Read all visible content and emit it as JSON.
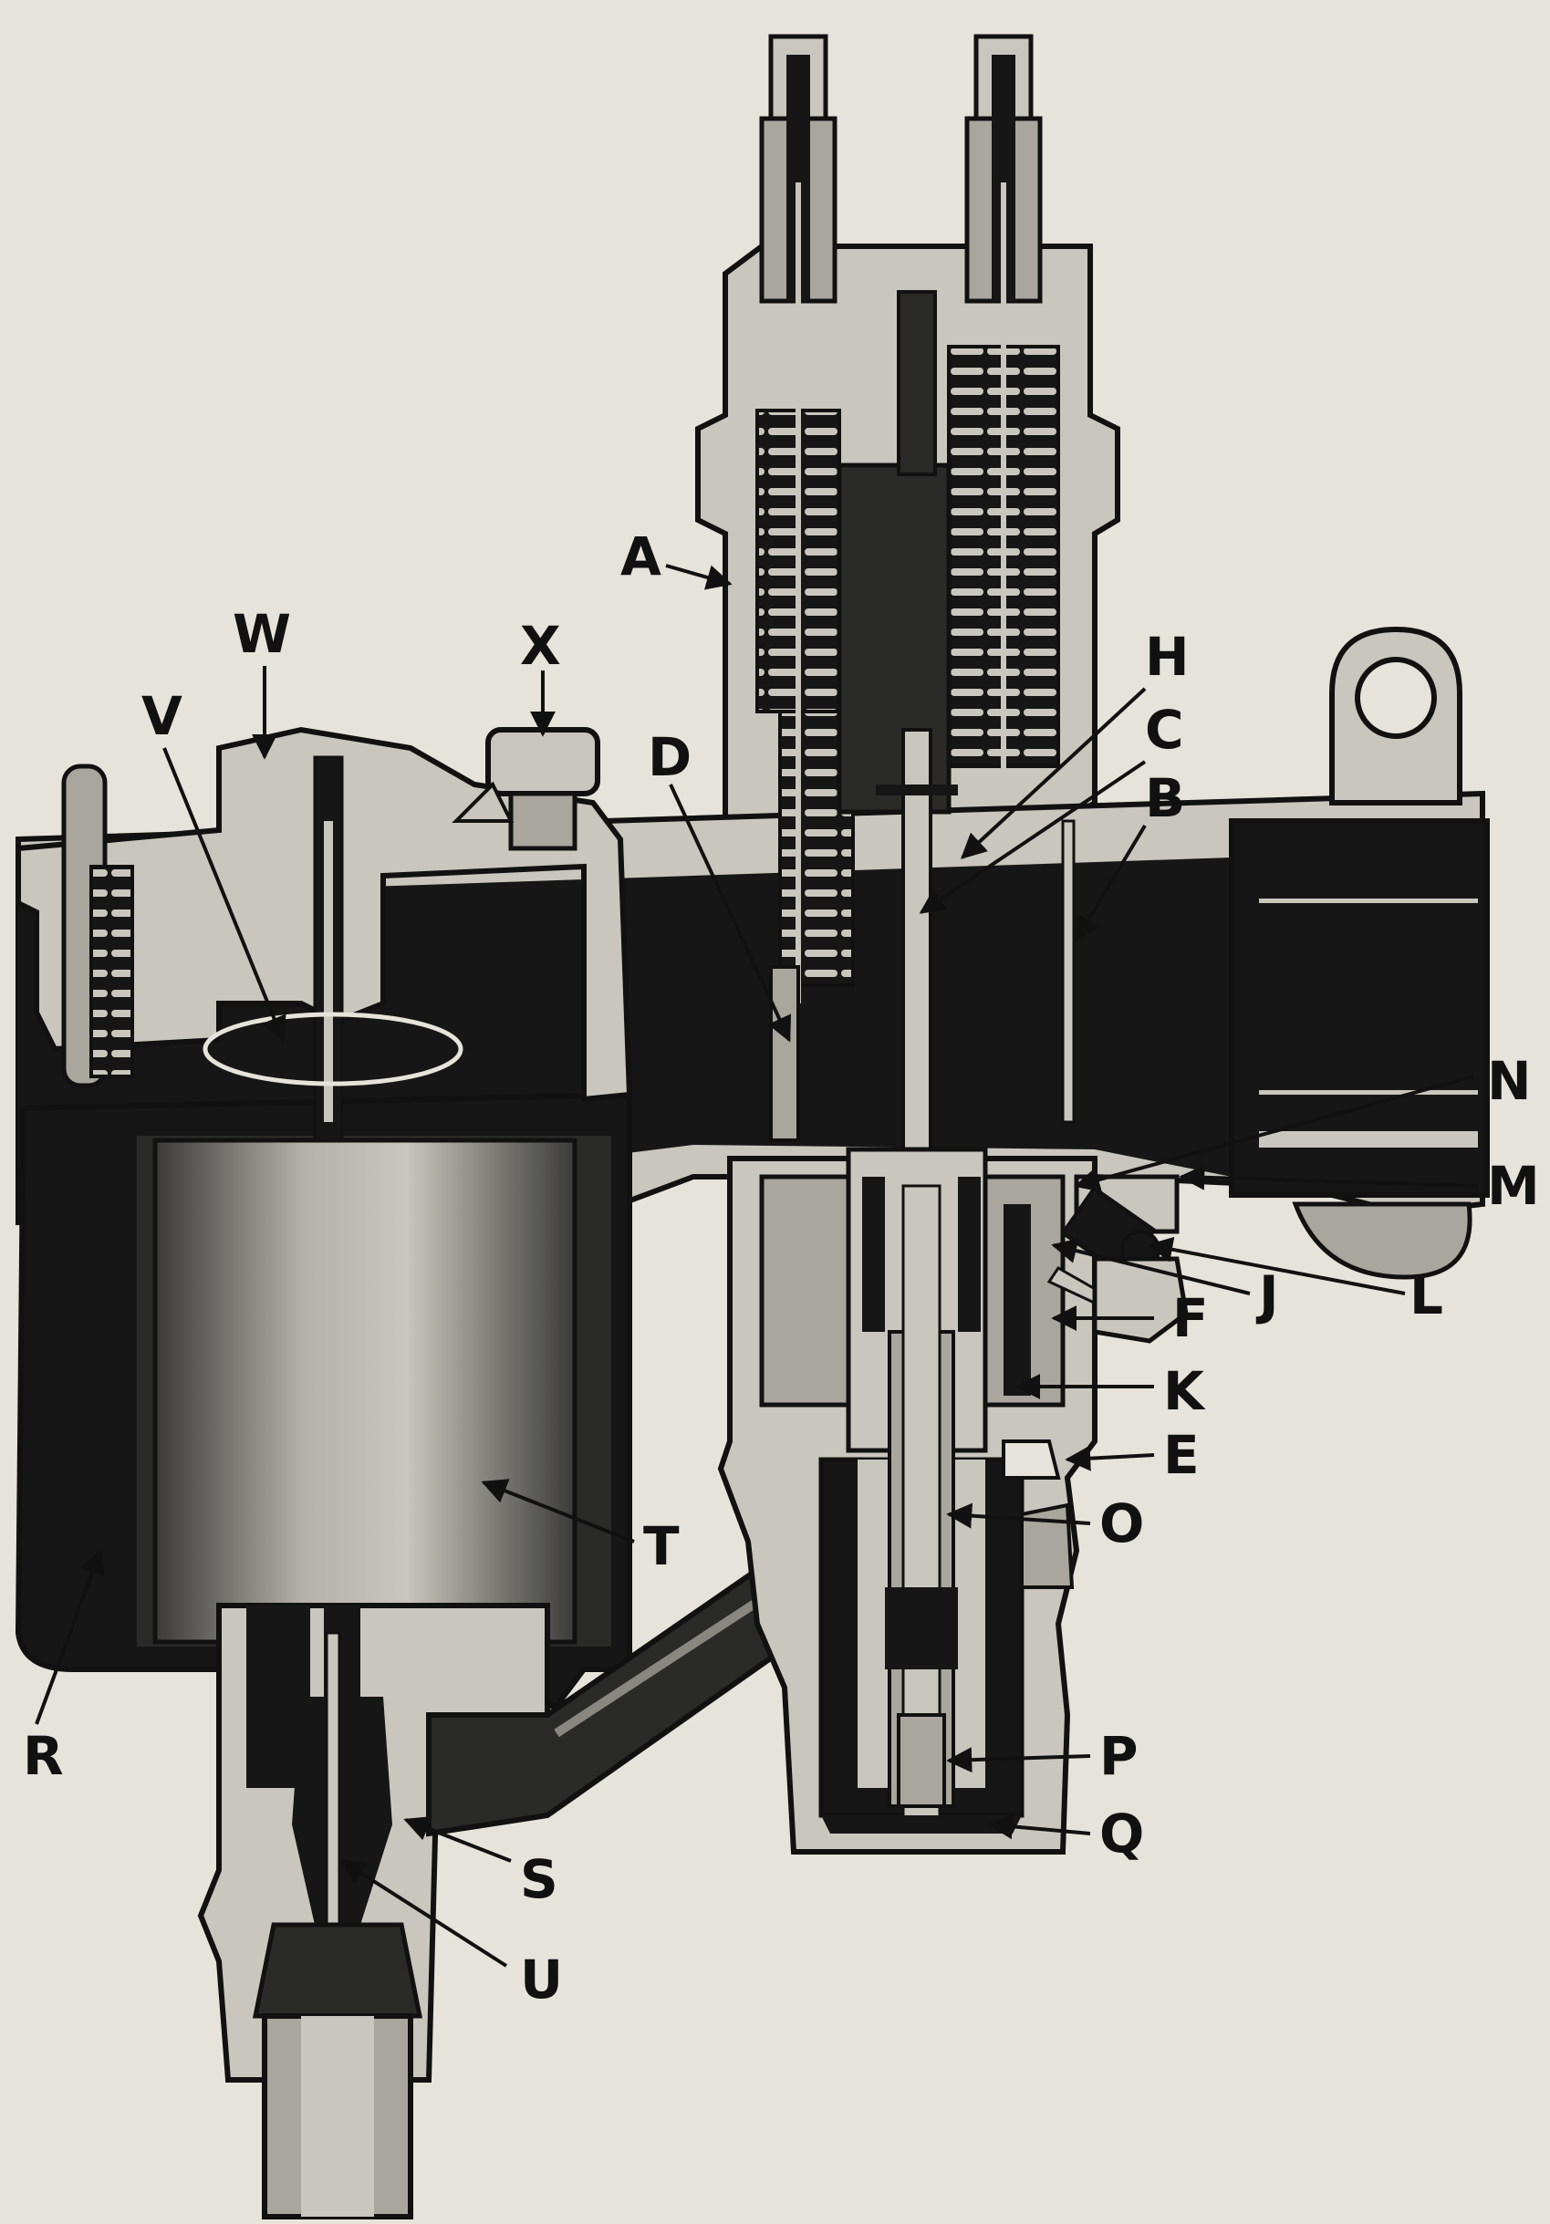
{
  "diagram": {
    "colors": {
      "paper": "#e6e3da",
      "metal_light": "#c9c6bd",
      "metal_mid": "#a9a69d",
      "dark_passage": "#161616",
      "ink": "#111111",
      "float_highlight": "#b4b1a8"
    },
    "labels": {
      "A": "A",
      "B": "B",
      "C": "C",
      "D": "D",
      "E": "E",
      "F": "F",
      "H": "H",
      "J": "J",
      "K": "K",
      "L": "L",
      "M": "M",
      "N": "N",
      "O": "O",
      "P": "P",
      "Q": "Q",
      "R": "R",
      "S": "S",
      "T": "T",
      "U": "U",
      "V": "V",
      "W": "W",
      "X": "X"
    }
  }
}
